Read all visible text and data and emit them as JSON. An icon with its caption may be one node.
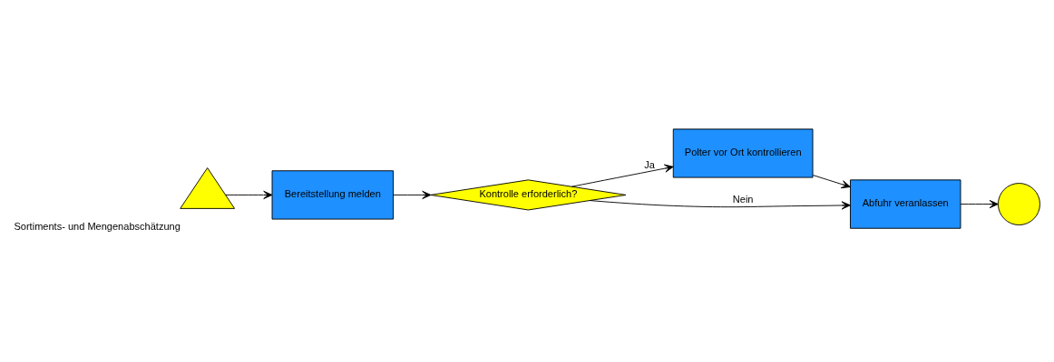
{
  "diagram": {
    "nodes": [
      {
        "text": [
          "Sortiments- und Mengenabschätzung"
        ]
      },
      {
        "text": [
          "Bereitstellung melden"
        ]
      },
      {
        "text": [
          "Kontrolle erforderlich?"
        ]
      },
      {
        "text": [
          "Polter vor Ort kontrollieren"
        ]
      },
      {
        "text": [
          "Abfuhr veranlassen"
        ]
      },
      {
        "text": [],
        "shape": "circle"
      }
    ],
    "edges": [
      {
        "from": 0,
        "to": 1,
        "arrow": "to"
      },
      {
        "from": 1,
        "to": 2,
        "arrow": "to"
      },
      {
        "from": 2,
        "to": 3,
        "arrow": "to",
        "label": "Ja"
      },
      {
        "from": 3,
        "to": 4,
        "arrow": "to"
      },
      {
        "from": 4,
        "to": 5,
        "arrow": "to"
      },
      {
        "from": 2,
        "to": 4,
        "arrow": "to",
        "label": "Nein"
      }
    ]
  }
}
